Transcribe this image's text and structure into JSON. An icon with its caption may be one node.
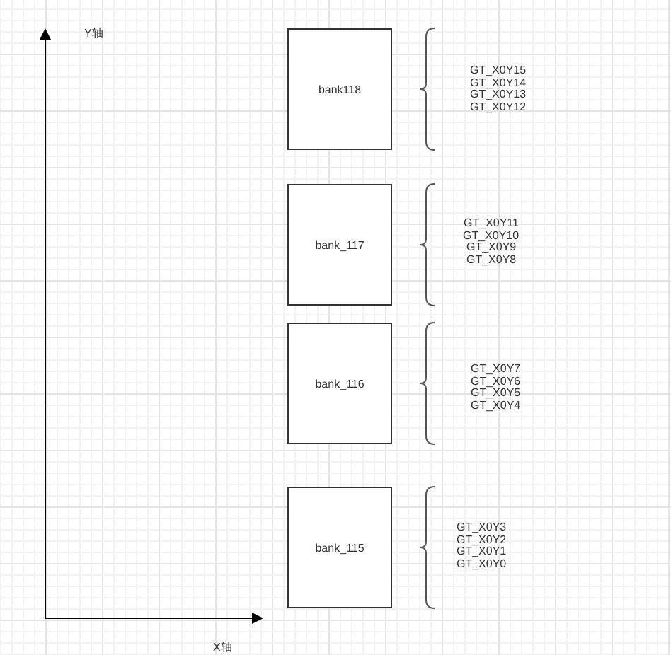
{
  "diagram": {
    "nodes": [
      {
        "text": [
          "bank118"
        ]
      },
      {
        "text": [
          "bank_117"
        ]
      },
      {
        "text": [
          "bank_116"
        ]
      },
      {
        "text": [
          "bank_115"
        ]
      }
    ],
    "labels": [
      "Y轴",
      "GT_X0Y15",
      "GT_X0Y14",
      "GT_X0Y13",
      "GT_X0Y12",
      "GT_X0Y11",
      "GT_X0Y10",
      "GT_X0Y9",
      "GT_X0Y8",
      "GT_X0Y7",
      "GT_X0Y6",
      "GT_X0Y5",
      "GT_X0Y4",
      "GT_X0Y3",
      "GT_X0Y2",
      "GT_X0Y1",
      "GT_X0Y0",
      "X轴"
    ]
  }
}
